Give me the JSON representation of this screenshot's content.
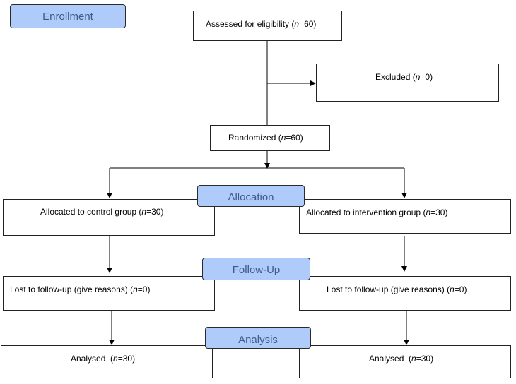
{
  "colors": {
    "stage_fill": "#aecbfa",
    "stage_text": "#3d5a8c",
    "line": "#000000"
  },
  "stages": {
    "enrollment": "Enrollment",
    "allocation": "Allocation",
    "follow_up": "Follow-Up",
    "analysis": "Analysis"
  },
  "boxes": {
    "assessed": {
      "text": "Assessed for eligibility (",
      "n": "n",
      "rest": "=60)"
    },
    "excluded": {
      "text": "Excluded (",
      "n": "n",
      "rest": "=0)"
    },
    "randomized": {
      "text": "Randomized (",
      "n": "n",
      "rest": "=60)"
    },
    "alloc_control": {
      "text": "Allocated to control group (",
      "n": "n",
      "rest": "=30)"
    },
    "alloc_intervention": {
      "text": "Allocated to intervention group (",
      "n": "n",
      "rest": "=30)"
    },
    "lost_control": {
      "text": "Lost to follow-up (give reasons) (",
      "n": "n",
      "rest": "=0)"
    },
    "lost_intervention": {
      "text": "Lost to follow-up (give reasons) (",
      "n": "n",
      "rest": "=0)"
    },
    "analysed_control": {
      "text": "Analysed  (",
      "n": "n",
      "rest": "=30)"
    },
    "analysed_intervention": {
      "text": "Analysed  (",
      "n": "n",
      "rest": "=30)"
    }
  }
}
